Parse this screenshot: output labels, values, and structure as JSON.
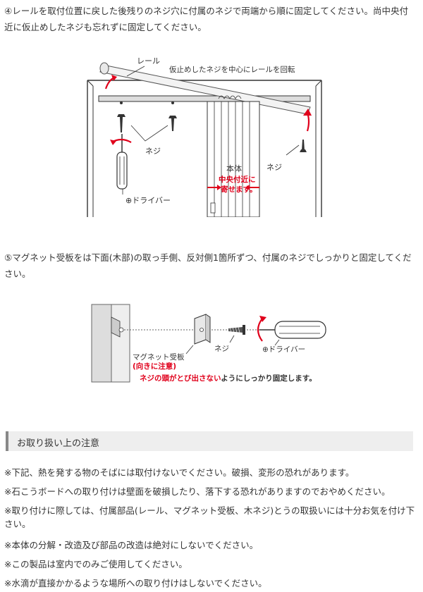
{
  "step4": {
    "text": "④レールを取付位置に戻した後残りのネジ穴に付属のネジで両端から順に固定してください。尚中央付近に仮止めしたネジも忘れずに固定してください。",
    "figure": {
      "rail_label": "レール",
      "rotate_label": "仮止めしたネジを中心にレールを回転",
      "screw_left_label": "ネジ",
      "screw_right_label": "ネジ",
      "body_label": "本体",
      "center_label_line1": "中央付近に",
      "center_label_line2": "寄せます。",
      "driver_label": "⊕ドライバー"
    }
  },
  "step5": {
    "text": "⑤マグネット受板をは下面(木部)の取っ手側、反対側1箇所ずつ、付属のネジでしっかりと固定してください。",
    "figure": {
      "plate_label": "マグネット受板",
      "orientation_note": "(向きに注意)",
      "screw_label": "ネジ",
      "driver_label": "⊕ドライバー",
      "caution_red": "ネジの頭がとび出さない",
      "caution_black": "ようにしっかり固定します。"
    }
  },
  "precautions": {
    "header": "お取り扱い上の注意",
    "notes": [
      "※下記、熱を発する物のそばには取付けないでください。破損、変形の恐れがあります。",
      "※石こうボードへの取り付けは壁面を破損したり、落下する恐れがありますのでおやめください。",
      "※取り付けに際しては、付属部品(レール、マグネット受板、木ネジ)とうの取扱いには十分お気を付け下さい。",
      "※本体の分解・改造及び部品の改造は絶対にしないでください。",
      "※この製品は室内でのみご使用してください。",
      "※水滴が直接かかるような場所への取り付けはしないでください。"
    ]
  },
  "colors": {
    "accent_red": "#e0001b",
    "text": "#333333",
    "header_bg": "#eeeeee"
  }
}
